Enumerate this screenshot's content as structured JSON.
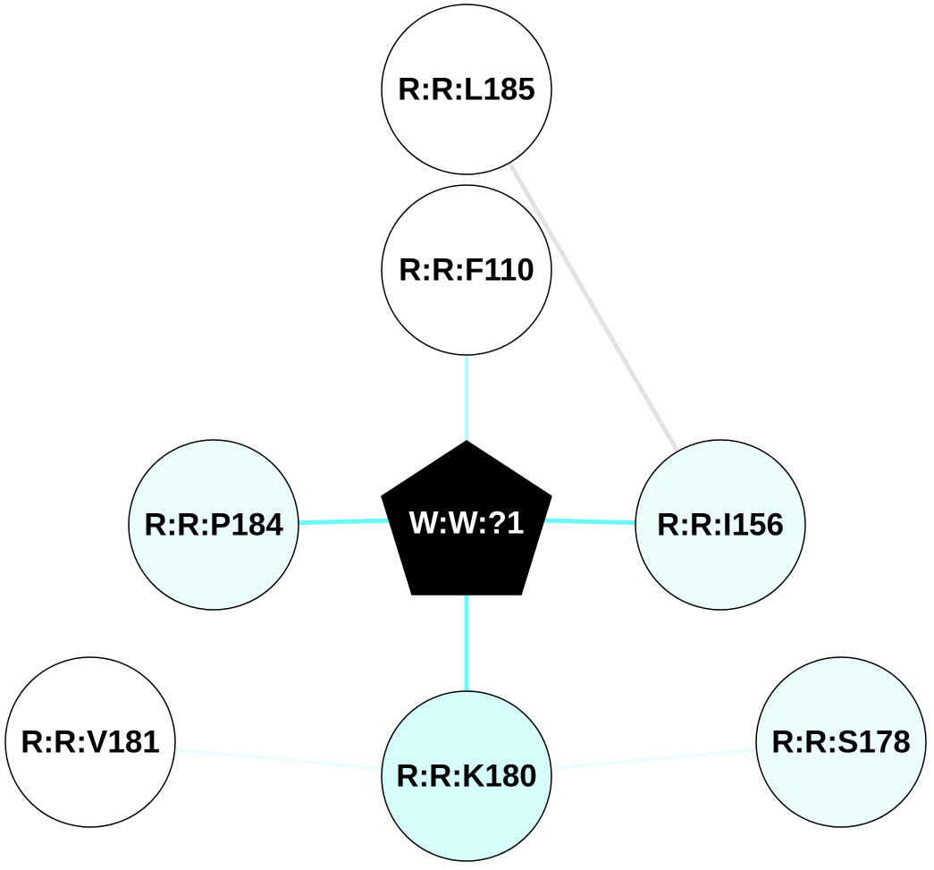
{
  "nodes": [
    {
      "id": "R:R:L185",
      "label": "R:R:L185",
      "fill": "#ffffff",
      "text_color": "#000000",
      "shape": "circle"
    },
    {
      "id": "R:R:F110",
      "label": "R:R:F110",
      "fill": "#ffffff",
      "text_color": "#000000",
      "shape": "circle"
    },
    {
      "id": "R:R:P184",
      "label": "R:R:P184",
      "fill": "#ebfdfd",
      "text_color": "#000000",
      "shape": "circle"
    },
    {
      "id": "W:W:?1",
      "label": "W:W:?1",
      "fill": "#000000",
      "text_color": "#ffffff",
      "shape": "pentagon"
    },
    {
      "id": "R:R:I156",
      "label": "R:R:I156",
      "fill": "#ebfdfd",
      "text_color": "#000000",
      "shape": "circle"
    },
    {
      "id": "R:R:V181",
      "label": "R:R:V181",
      "fill": "#ffffff",
      "text_color": "#000000",
      "shape": "circle"
    },
    {
      "id": "R:R:K180",
      "label": "R:R:K180",
      "fill": "#d5fdfd",
      "text_color": "#000000",
      "shape": "circle"
    },
    {
      "id": "R:R:S178",
      "label": "R:R:S178",
      "fill": "#ebfdfd",
      "text_color": "#000000",
      "shape": "circle"
    }
  ],
  "edges": [
    {
      "source": "R:R:L185",
      "target": "R:R:I156",
      "color": "#e3e3e3"
    },
    {
      "source": "R:R:F110",
      "target": "W:W:?1",
      "color": "#b8f8f8"
    },
    {
      "source": "R:R:P184",
      "target": "W:W:?1",
      "color": "#6ff6f6"
    },
    {
      "source": "W:W:?1",
      "target": "R:R:I156",
      "color": "#6ff6f6"
    },
    {
      "source": "W:W:?1",
      "target": "R:R:K180",
      "color": "#6ff6f6"
    },
    {
      "source": "R:R:V181",
      "target": "R:R:K180",
      "color": "#ebfdfd"
    },
    {
      "source": "R:R:K180",
      "target": "R:R:S178",
      "color": "#ebfdfd"
    }
  ]
}
